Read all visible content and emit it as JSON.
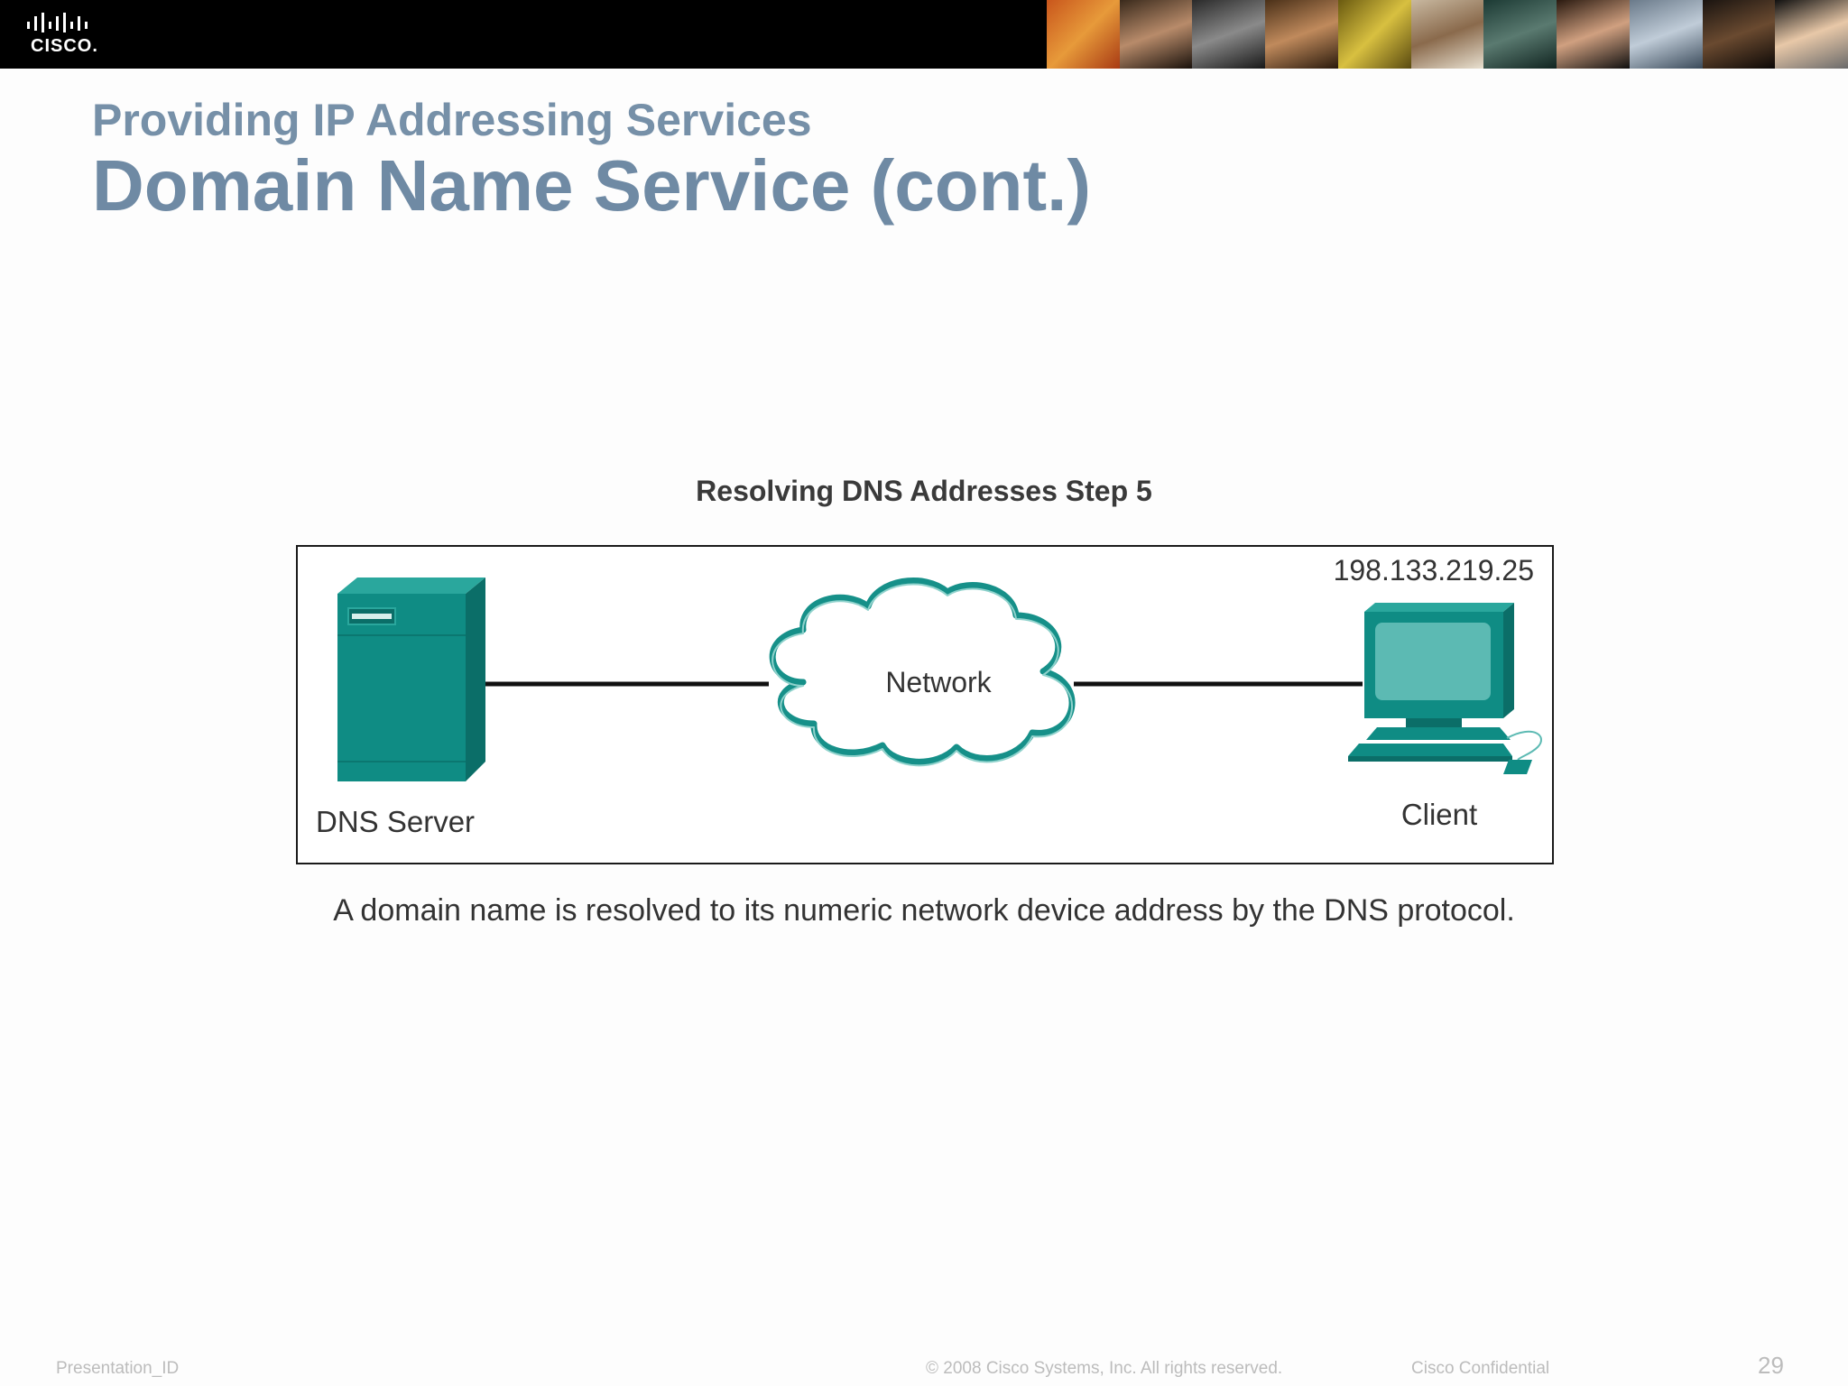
{
  "header": {
    "brand": "CISCO."
  },
  "slide": {
    "subtitle": "Providing IP Addressing Services",
    "title": "Domain Name Service (cont.)"
  },
  "figure": {
    "title": "Resolving DNS Addresses Step 5",
    "nodes": {
      "server_label": "DNS Server",
      "network_label": "Network",
      "client_label": "Client",
      "client_ip": "198.133.219.25"
    },
    "caption": "A domain name is resolved to its numeric network device address by the DNS protocol."
  },
  "footer": {
    "presentation_id": "Presentation_ID",
    "copyright": "© 2008 Cisco Systems, Inc. All rights reserved.",
    "confidential": "Cisco Confidential",
    "page_number": "29"
  },
  "colors": {
    "title": "#6f8aa4",
    "device_teal": "#0f8c84"
  }
}
